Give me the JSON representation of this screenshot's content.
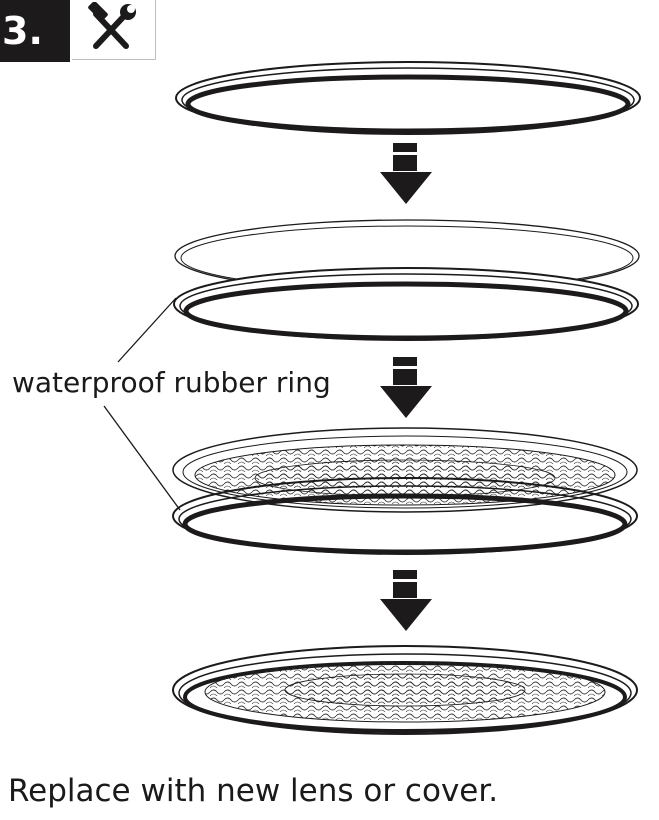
{
  "step": {
    "number": "3."
  },
  "icons": {
    "tools": "hammer-wrench-icon"
  },
  "labels": {
    "rubber_ring": "waterproof rubber ring",
    "caption": "Replace with new lens or cover."
  },
  "colors": {
    "ink": "#1c1a1b",
    "badge_bg": "#1c1a1b",
    "badge_text": "#ffffff"
  }
}
